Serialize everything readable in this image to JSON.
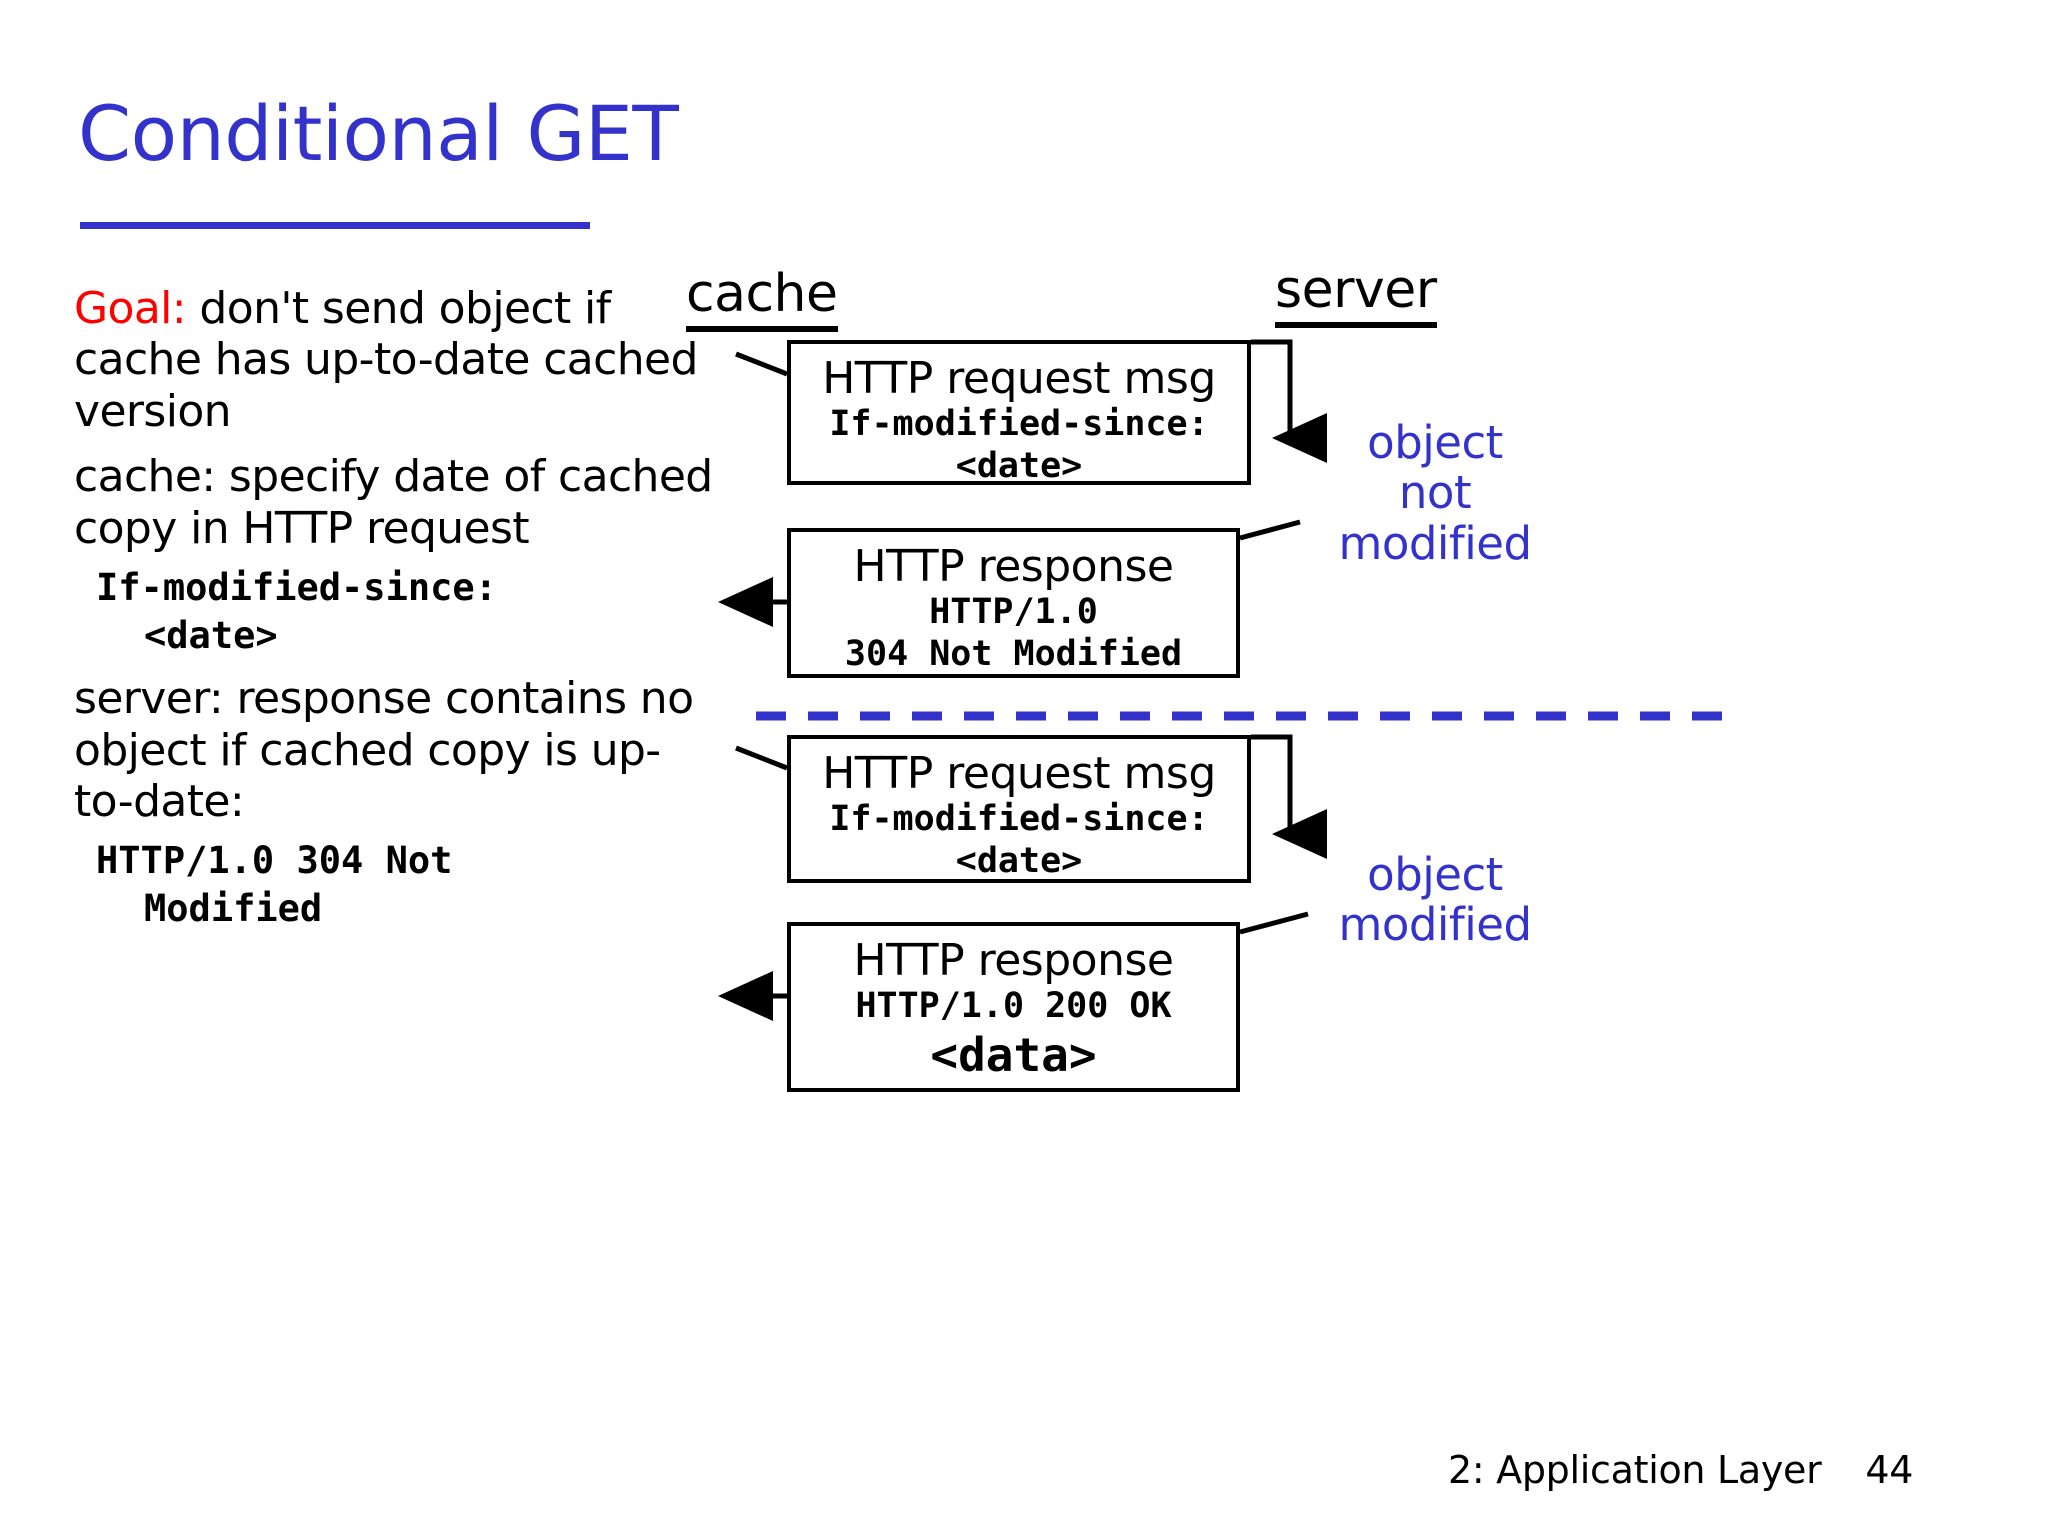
{
  "slide": {
    "title": "Conditional GET",
    "title_color": "#3333cc",
    "accent_color": "#3333cc",
    "highlight_color": "#ff0000",
    "background": "#ffffff"
  },
  "left_column": {
    "goal_label": "Goal:",
    "goal_text": " don't send object if cache has up-to-date cached version",
    "cache_text": "cache: specify date of cached copy in HTTP request",
    "cache_code_line1": "If-modified-since:",
    "cache_code_line2": "<date>",
    "server_text": "server: response contains no object if cached copy is up-to-date:",
    "server_code_line1": "HTTP/1.0 304 Not",
    "server_code_line2": "Modified"
  },
  "diagram": {
    "cache_label": "cache",
    "server_label": "server",
    "divider": "dashed-blue-line",
    "boxes": [
      {
        "id": "req-1",
        "title": "HTTP request msg",
        "code_lines": [
          "If-modified-since:",
          "<date>"
        ],
        "direction": "cache-to-server"
      },
      {
        "id": "res-1",
        "title": "HTTP response",
        "code_lines": [
          "HTTP/1.0",
          "304 Not Modified"
        ],
        "direction": "server-to-cache"
      },
      {
        "id": "req-2",
        "title": "HTTP request msg",
        "code_lines": [
          "If-modified-since:",
          "<date>"
        ],
        "direction": "cache-to-server"
      },
      {
        "id": "res-2",
        "title": "HTTP response",
        "code_lines": [
          "HTTP/1.0 200 OK",
          "<data>"
        ],
        "direction": "server-to-cache"
      }
    ],
    "annotations": {
      "not_modified": "object\nnot\nmodified",
      "not_modified_lines": [
        "object",
        "not",
        "modified"
      ],
      "modified": "object\nmodified",
      "modified_lines": [
        "object",
        "modified"
      ]
    }
  },
  "footer": {
    "chapter": "2: Application Layer",
    "page_number": "44"
  }
}
